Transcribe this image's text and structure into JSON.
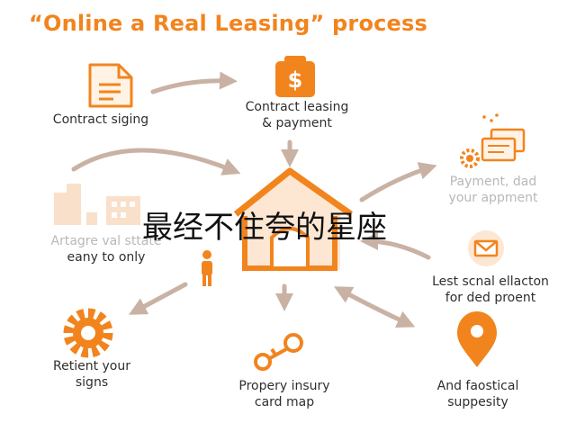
{
  "title": {
    "quote_open": "“",
    "brand": "Online a Real Leasing",
    "quote_close": "”",
    "suffix": " process"
  },
  "nodes": {
    "contract_signing": "Contract siging",
    "contract_leasing": [
      "Contract leasing",
      "& payment"
    ],
    "payment": [
      "Payment, dad",
      "your appment"
    ],
    "artagre": [
      "Artagre val sttate",
      "eany to only"
    ],
    "lest_scnal": [
      "Lest scnal ellacton",
      "for ded proent"
    ],
    "retient": [
      "Retient your",
      "signs"
    ],
    "propery": [
      "Propery insury",
      "card map"
    ],
    "faostical": [
      "And faostical",
      "suppesity"
    ]
  },
  "overlay_text": "最经不住夸的星座",
  "colors": {
    "accent": "#f2841e",
    "arrow": "#c9b2a4",
    "text": "#2f2f2f",
    "faded_text": "#b8b8b8"
  },
  "icons": {
    "contract_signing": "document-icon",
    "contract_leasing": "dollar-bag-icon",
    "payment": "gear-documents-icon",
    "artagre": "buildings-icon",
    "house": "house-icon",
    "person": "person-icon",
    "lest_scnal": "envelope-icon",
    "retient": "gear-icon",
    "propery": "key-icon",
    "faostical": "location-pin-icon"
  }
}
